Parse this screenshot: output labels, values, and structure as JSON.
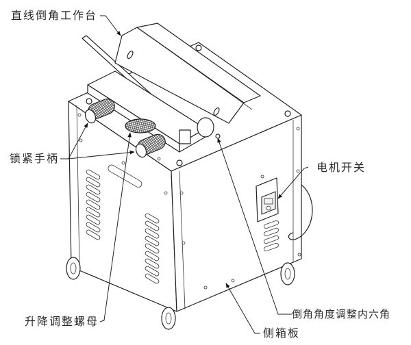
{
  "diagram": {
    "subject": "chamfering machine line drawing",
    "colors": {
      "line": "#222222",
      "label": "#2a2a2a",
      "background": "#ffffff"
    },
    "labels": {
      "straight_chamfer_table": "直线倒角工作台",
      "locking_handle": "锁紧手柄",
      "motor_switch": "电机开关",
      "lift_adjust_nut": "升降调整螺母",
      "chamfer_angle_hex": "倒角角度调整内六角",
      "side_panel": "侧箱板"
    }
  }
}
